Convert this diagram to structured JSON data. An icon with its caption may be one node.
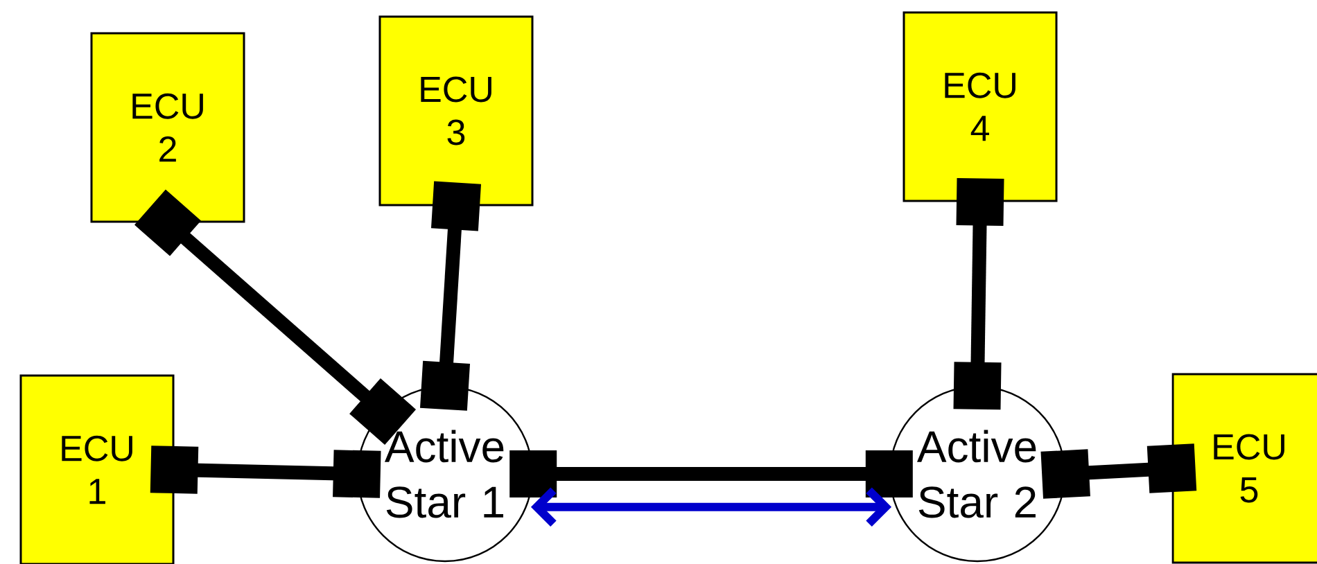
{
  "diagram": {
    "nodes": [
      {
        "text": [
          "ECU 2"
        ]
      },
      {
        "text": [
          "ECU 3"
        ]
      },
      {
        "text": [
          "ECU 4"
        ]
      },
      {
        "text": [
          "ECU 1"
        ]
      },
      {
        "text": [
          "Active Star 1"
        ]
      },
      {
        "text": [
          "Active Star 2"
        ]
      },
      {
        "text": [
          "ECU 5"
        ]
      }
    ],
    "edges": [
      {
        "from": 0,
        "to": 4,
        "arrow": "other"
      },
      {
        "from": 1,
        "to": 4,
        "arrow": "other"
      },
      {
        "from": 3,
        "to": 4,
        "arrow": "other"
      },
      {
        "from": 4,
        "to": 5,
        "arrow": "other"
      },
      {
        "from": 2,
        "to": 5,
        "arrow": "other"
      },
      {
        "from": 5,
        "to": 6,
        "arrow": "other"
      },
      {
        "from": 4,
        "to": 5,
        "arrow": "both",
        "color": "#0000cc"
      }
    ]
  }
}
